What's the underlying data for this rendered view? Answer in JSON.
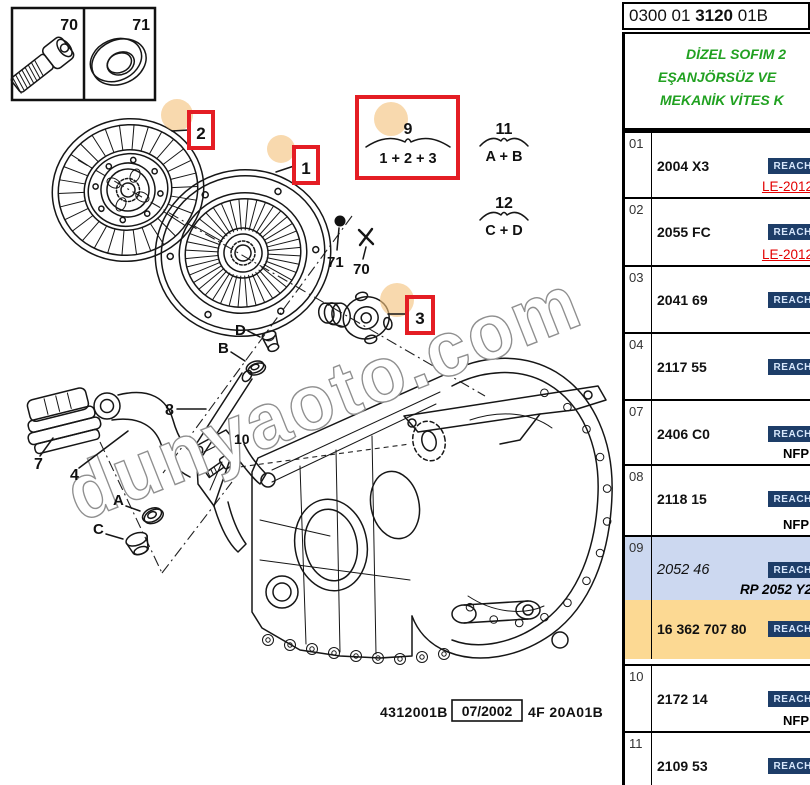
{
  "header": {
    "code_prefix": "0300 01",
    "code_bold": "3120",
    "code_suffix": "01B"
  },
  "description": {
    "lines": [
      "DİZEL SOFIM 2",
      "EŞANJÖRSÜZ VE",
      "MEKANİK VİTES K"
    ]
  },
  "badge": {
    "label": "REACH"
  },
  "colors": {
    "accent_red": "#e41d24",
    "highlight_orange": "#f4c27c",
    "row_blue": "#ccd8f0",
    "row_orange": "#fcd993",
    "link_red": "#e30000",
    "green_text": "#21a121",
    "badge_bg": "#1d3d68"
  },
  "rows": [
    {
      "num": "01",
      "code": "2004 X3",
      "sub": "LE-2012"
    },
    {
      "num": "02",
      "code": "2055 FC",
      "sub": "LE-2012"
    },
    {
      "num": "03",
      "code": "2041 69",
      "sub": ""
    },
    {
      "num": "04",
      "code": "2117 55",
      "sub": ""
    },
    {
      "num": "07",
      "code": "2406 C0",
      "sub": "NFP"
    },
    {
      "num": "08",
      "code": "2118 15",
      "sub": "NFP"
    },
    {
      "num": "09",
      "code": "2052 46",
      "sub": "RP 2052 Y2"
    },
    {
      "num": "",
      "code": "16 362 707 80",
      "sub": ""
    },
    {
      "num": "10",
      "code": "2172 14",
      "sub": "NFP"
    },
    {
      "num": "11",
      "code": "2109 53",
      "sub": ""
    }
  ],
  "diagram": {
    "inset": {
      "bolt": "70",
      "washer": "71"
    },
    "callouts": {
      "disc": "2",
      "cover": "1",
      "bearing": "3",
      "kit": "9",
      "kit_formula": "1 + 2 + 3",
      "set_ab_num": "11",
      "set_ab": "A + B",
      "set_cd_num": "12",
      "set_cd": "C + D"
    },
    "labels": {
      "boot": "7",
      "fork": "4",
      "shaft": "8",
      "pin": "71",
      "screw": "70",
      "washer_b": "B",
      "clip_d": "D",
      "washer_a": "A",
      "cup_c": "C",
      "bolt": "10"
    },
    "watermark": "dunyaoto.com",
    "footer": {
      "ref": "4312001B",
      "date": "07/2002",
      "sheet": "4F 20A01B"
    }
  }
}
